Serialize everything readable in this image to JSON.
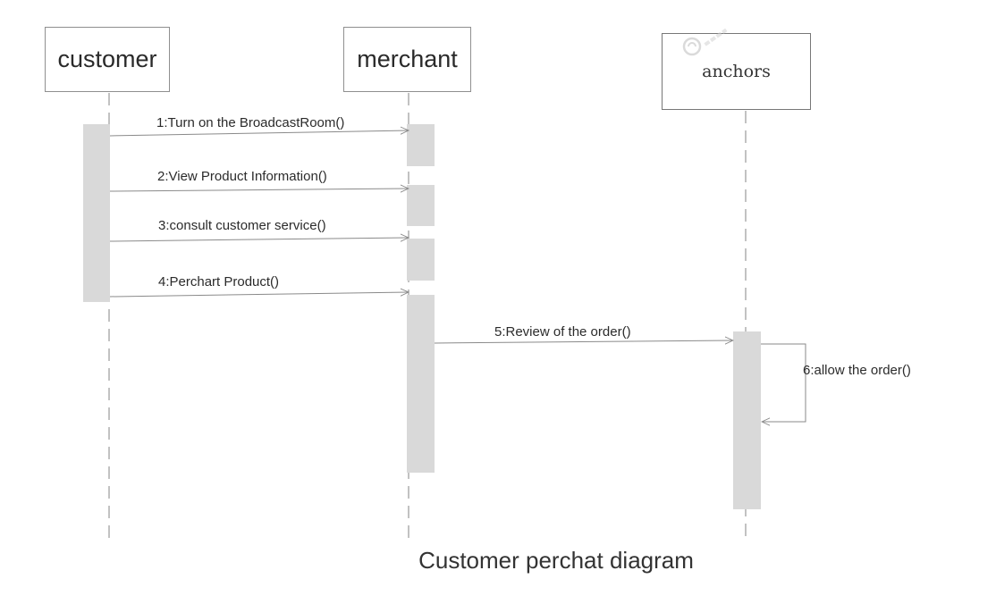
{
  "participants": {
    "customer": "customer",
    "merchant": "merchant",
    "anchors": "anchors"
  },
  "messages": [
    {
      "index": 1,
      "label": "1:Turn on the BroadcastRoom()",
      "from": "customer",
      "to": "merchant"
    },
    {
      "index": 2,
      "label": "2:View Product Information()",
      "from": "customer",
      "to": "merchant"
    },
    {
      "index": 3,
      "label": "3:consult customer service()",
      "from": "customer",
      "to": "merchant"
    },
    {
      "index": 4,
      "label": "4:Perchart Product()",
      "from": "customer",
      "to": "merchant"
    },
    {
      "index": 5,
      "label": "5:Review of the order()",
      "from": "merchant",
      "to": "anchors"
    },
    {
      "index": 6,
      "label": "6:allow the order()",
      "from": "anchors",
      "to": "anchors"
    }
  ],
  "caption": "Customer perchat diagram",
  "colors": {
    "lifeline": "#9a9a9a",
    "activation": "#d9d9d9",
    "arrow": "#8a8a8a",
    "border": "#8f8f8f"
  },
  "watermark_icon": "watermark-logo-icon"
}
